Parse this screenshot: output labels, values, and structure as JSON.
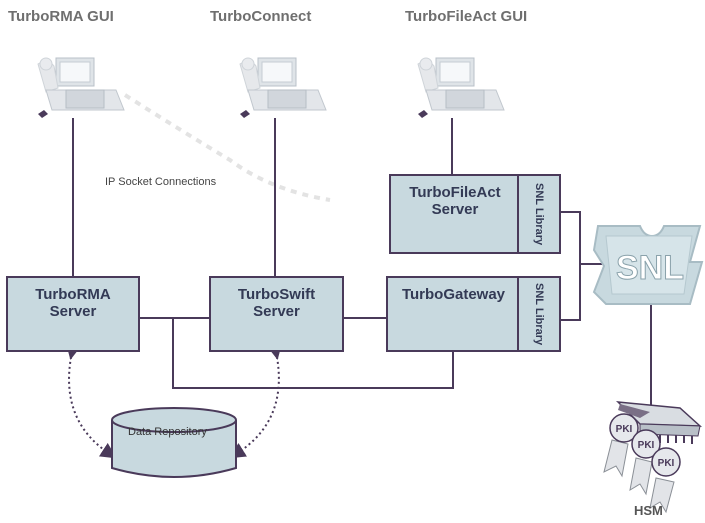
{
  "clients": {
    "rma_gui": "TurboRMA GUI",
    "connect": "TurboConnect",
    "fileact_gui": "TurboFileAct GUI"
  },
  "ip_socket_label": "IP Socket Connections",
  "servers": {
    "fileact_server": "TurboFileAct\nServer",
    "rma_server": "TurboRMA\nServer",
    "swift_server": "TurboSwift\nServer",
    "gateway": "TurboGateway"
  },
  "snl_library_label": "SNL Library",
  "snl_label": "SNL",
  "data_repository": "Data Repository",
  "pki_label": "PKI",
  "hsm_label": "HSM",
  "colors": {
    "box_fill": "#c8d9df",
    "box_border": "#4a3a5a",
    "line": "#4a3a5a",
    "label_gray": "#6f6f6f",
    "snl_fill": "#c8d9df",
    "snl_text": "#ffffff"
  }
}
